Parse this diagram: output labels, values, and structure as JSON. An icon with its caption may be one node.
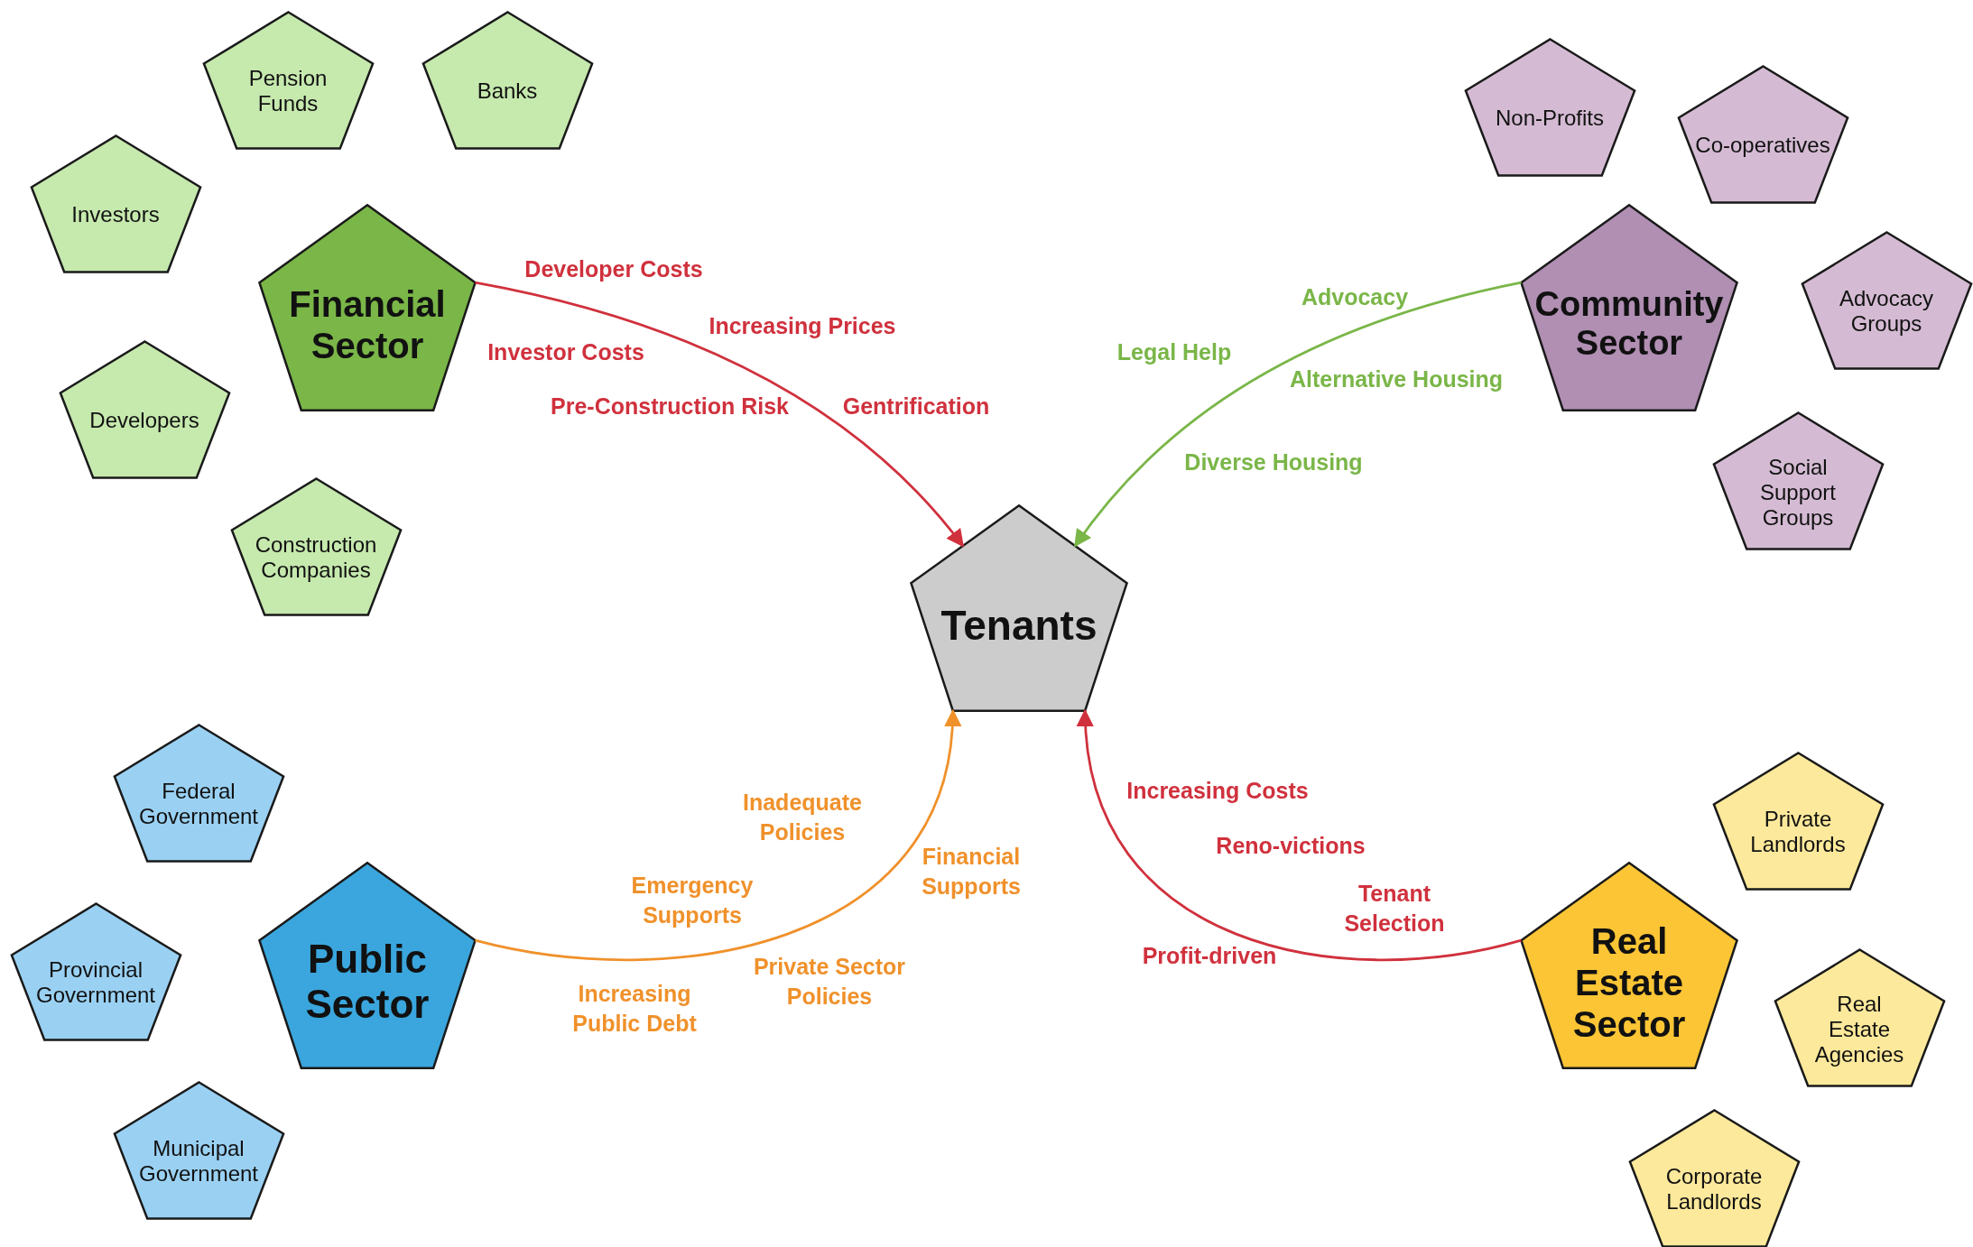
{
  "diagram": {
    "nodes": [
      {
        "text": [
          "Financial Sector"
        ]
      },
      {
        "text": [
          "Pension Funds"
        ]
      },
      {
        "text": [
          "Banks"
        ]
      },
      {
        "text": [
          "Investors"
        ]
      },
      {
        "text": [
          "Developers"
        ]
      },
      {
        "text": [
          "Construction Companies"
        ]
      },
      {
        "text": [
          "Community Sector"
        ]
      },
      {
        "text": [
          "Non-Profits"
        ]
      },
      {
        "text": [
          "Co-operatives"
        ]
      },
      {
        "text": [
          "Advocacy Groups"
        ]
      },
      {
        "text": [
          "Social Support Groups"
        ]
      },
      {
        "text": [
          "Tenants"
        ]
      },
      {
        "text": [
          "Public Sector"
        ]
      },
      {
        "text": [
          "Federal Government"
        ]
      },
      {
        "text": [
          "Provincial Government"
        ]
      },
      {
        "text": [
          "Municipal Government"
        ]
      },
      {
        "text": [
          "Real Estate Sector"
        ]
      },
      {
        "text": [
          "Private Landlords"
        ]
      },
      {
        "text": [
          "Real Estate Agencies"
        ]
      },
      {
        "text": [
          "Corporate Landlords"
        ]
      }
    ],
    "edges": [
      {
        "from": 0,
        "to": 11,
        "arrow": "to",
        "color": "#d0313d"
      },
      {
        "from": 6,
        "to": 11,
        "arrow": "to",
        "color": "#7ab648"
      },
      {
        "from": 12,
        "to": 11,
        "arrow": "to",
        "color": "#f0912b"
      },
      {
        "from": 16,
        "to": 11,
        "arrow": "to",
        "color": "#d0313d"
      }
    ],
    "labels": [
      "Developer Costs",
      "Increasing Prices",
      "Investor Costs",
      "Pre-Construction Risk",
      "Gentrification",
      "Advocacy",
      "Legal Help",
      "Alternative Housing",
      "Diverse Housing",
      "Inadequate Policies",
      "Financial Supports",
      "Emergency Supports",
      "Private Sector Policies",
      "Increasing Public Debt",
      "Increasing Costs",
      "Reno-victions",
      "Tenant Selection",
      "Profit-driven"
    ]
  }
}
